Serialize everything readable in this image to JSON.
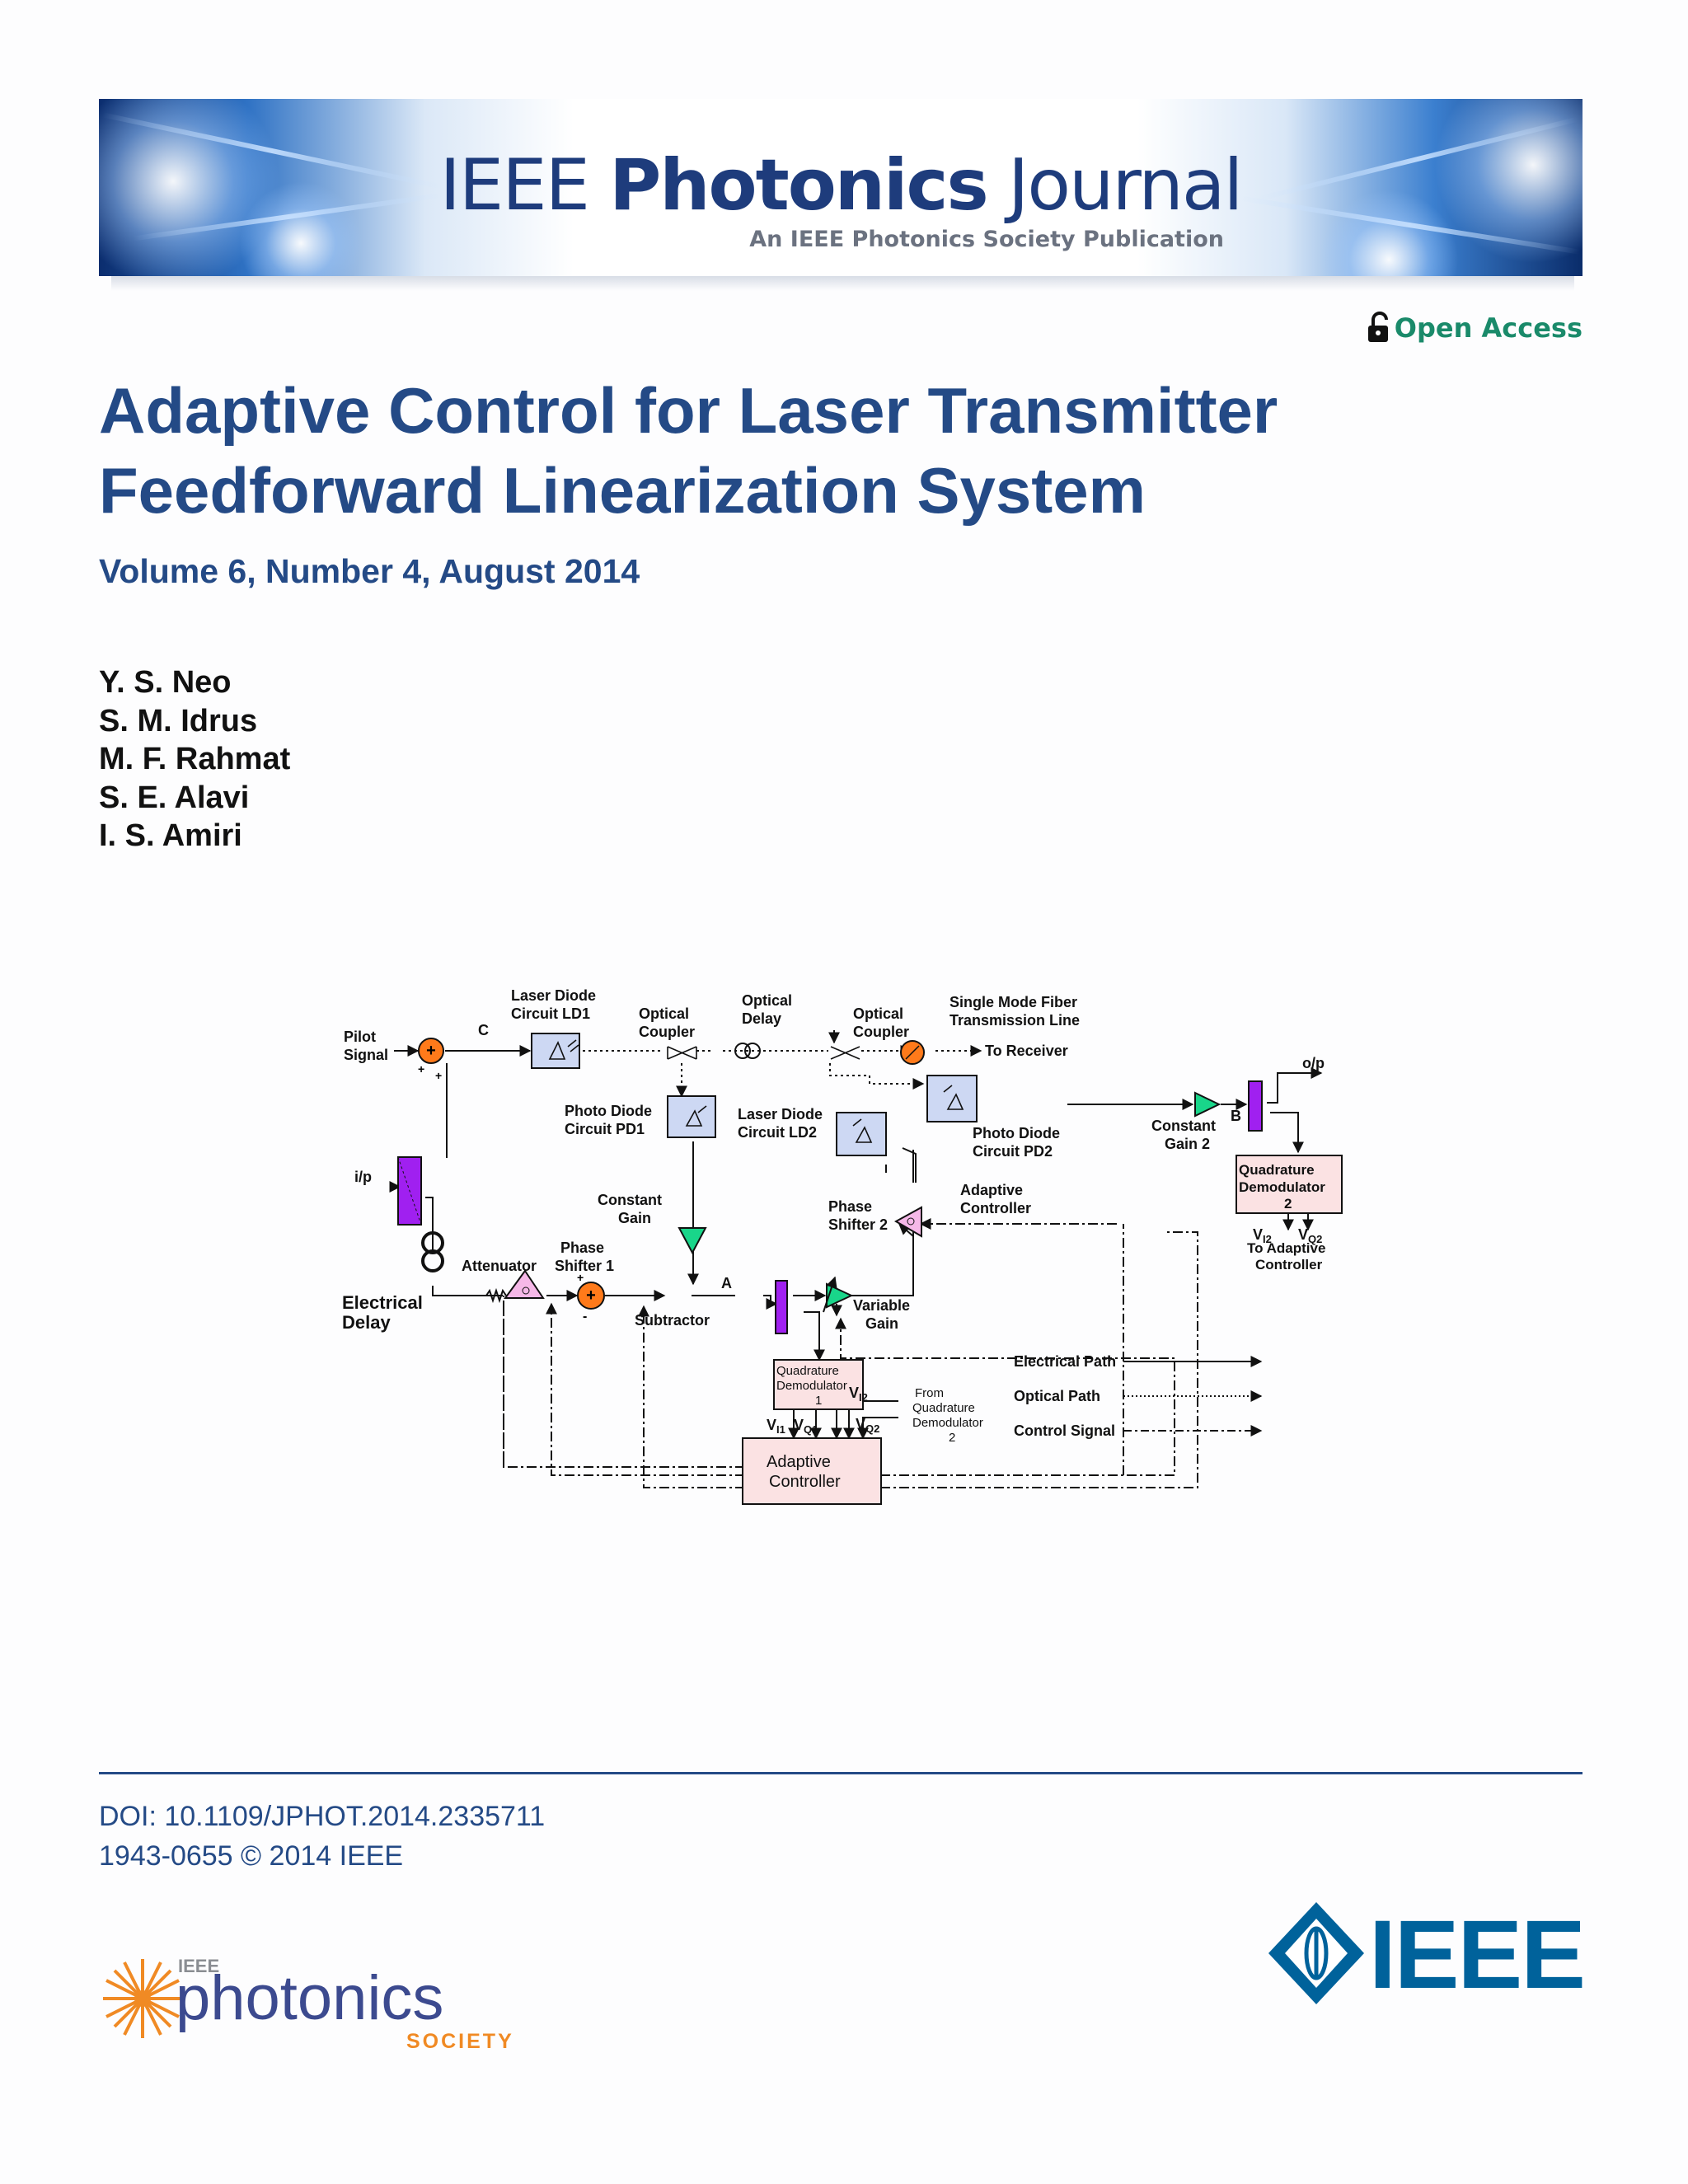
{
  "banner": {
    "journal_prefix": "IEEE ",
    "journal_bold": "Photonics",
    "journal_suffix": " Journal",
    "subtitle": "An IEEE Photonics Society Publication"
  },
  "open_access": {
    "label": "Open Access",
    "icon": "open-lock-icon"
  },
  "article": {
    "title": "Adaptive Control for Laser Transmitter Feedforward Linearization System",
    "volume": "Volume 6, Number 4, August 2014",
    "authors": [
      "Y. S. Neo",
      "S. M. Idrus",
      "M. F. Rahmat",
      "S. E. Alavi",
      "I. S. Amiri"
    ]
  },
  "figure": {
    "labels": {
      "pilot_signal_1": "Pilot",
      "pilot_signal_2": "Signal",
      "ip": "i/p",
      "electrical_delay_1": "Electrical",
      "electrical_delay_2": "Delay",
      "attenuator": "Attenuator",
      "phase_shifter1_1": "Phase",
      "phase_shifter1_2": "Shifter 1",
      "subtractor": "Subtractor",
      "node_a": "A",
      "node_b": "B",
      "node_c": "C",
      "ld1_1": "Laser Diode",
      "ld1_2": "Circuit LD1",
      "coupler1_1": "Optical",
      "coupler1_2": "Coupler",
      "delay_1": "Optical",
      "delay_2": "Delay",
      "coupler2_1": "Optical",
      "coupler2_2": "Coupler",
      "smf_1": "Single Mode Fiber",
      "smf_2": "Transmission Line",
      "to_receiver": "To Receiver",
      "op": "o/p",
      "pd1_1": "Photo Diode",
      "pd1_2": "Circuit PD1",
      "ld2_1": "Laser Diode",
      "ld2_2": "Circuit LD2",
      "pd2_1": "Photo Diode",
      "pd2_2": "Circuit PD2",
      "const_gain2_1": "Constant",
      "const_gain2_2": "Gain 2",
      "const_gain_1": "Constant",
      "const_gain_2": "Gain",
      "phase_shifter2_1": "Phase",
      "phase_shifter2_2": "Shifter 2",
      "adaptive_ctrl_label_1": "Adaptive",
      "adaptive_ctrl_label_2": "Controller",
      "variable_gain_1": "Variable",
      "variable_gain_2": "Gain",
      "qd2_1": "Quadrature",
      "qd2_2": "Demodulator",
      "qd2_3": "2",
      "to_adaptive_1": "To Adaptive",
      "to_adaptive_2": "Controller",
      "qd1_1": "Quadrature",
      "qd1_2": "Demodulator",
      "qd1_3": "1",
      "vi1": "V",
      "vi1_sub": "I1",
      "vq1": "V",
      "vq1_sub": "Q1",
      "vi2": "V",
      "vi2_sub": "I2",
      "vq2": "V",
      "vq2_sub": "Q2",
      "vi2b": "V",
      "vi2b_sub": "I2",
      "vq2b": "V",
      "vq2b_sub": "Q2",
      "from_qd_1": "From",
      "from_qd_2": "Quadrature",
      "from_qd_3": "Demodulator",
      "from_qd_4": "2",
      "adaptive_box_1": "Adaptive",
      "adaptive_box_2": "Controller",
      "legend_electrical": "Electrical Path",
      "legend_optical": "Optical Path",
      "legend_control": "Control Signal",
      "plus": "+",
      "minus": "-"
    }
  },
  "footer": {
    "doi": "DOI: 10.1109/JPHOT.2014.2335711",
    "issn": "1943-0655 © 2014 IEEE"
  },
  "logos": {
    "photonics_small": "IEEE",
    "photonics_main": "photonics",
    "photonics_society": "SOCIETY",
    "ieee": "IEEE"
  },
  "colors": {
    "title_blue": "#244a86",
    "open_access_green": "#1a8a6a",
    "ieee_blue": "#00629b",
    "photonics_orange": "#f08a24"
  }
}
